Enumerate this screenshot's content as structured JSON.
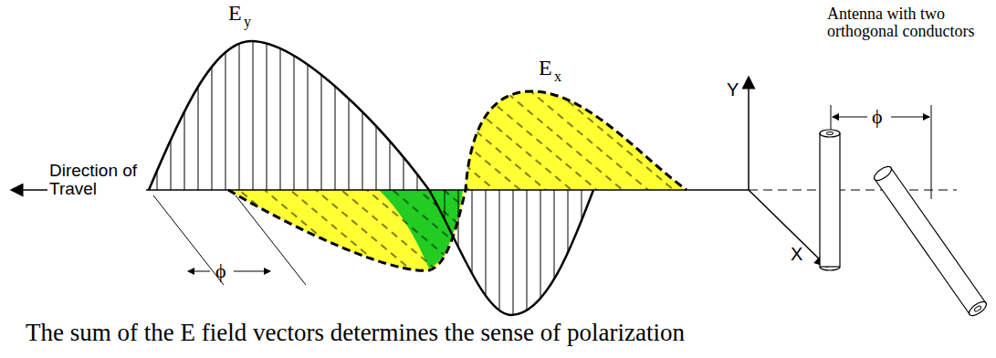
{
  "diagram": {
    "caption": "The sum of the E field vectors determines the sense of polarization",
    "labels": [
      "Direction of Travel",
      "E",
      "y",
      "E",
      "x",
      "ϕ",
      "Y",
      "X",
      "ϕ",
      "Antenna with two orthogonal conductors"
    ]
  }
}
